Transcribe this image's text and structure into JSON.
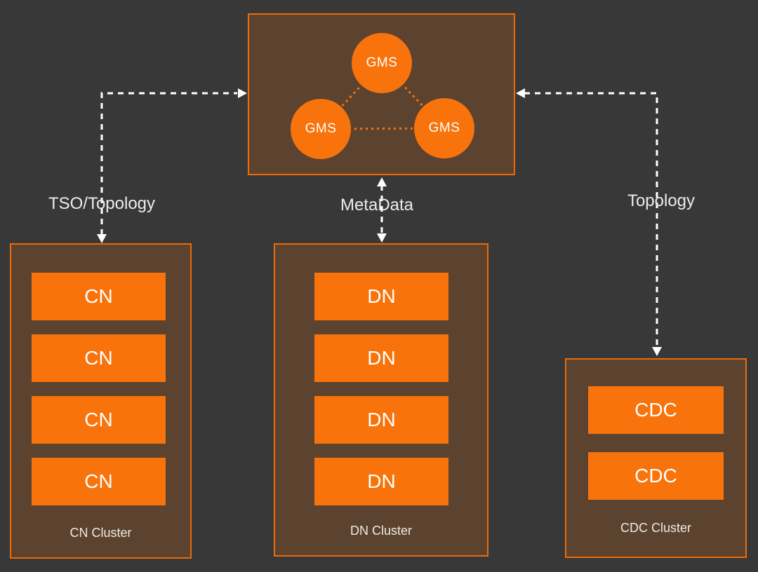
{
  "colors": {
    "background": "#383838",
    "panel_fill": "#5C432F",
    "panel_border": "#ED6B06",
    "node_orange": "#F8730B",
    "node_text": "#FFFFFF",
    "label_text": "#ECECEC",
    "arrow": "#FFFFFF"
  },
  "gms": {
    "nodes": [
      "GMS",
      "GMS",
      "GMS"
    ],
    "link_style": "dotted-orange"
  },
  "connectors": [
    {
      "label": "TSO/Topology",
      "from": "GMS",
      "to": "CN Cluster",
      "direction": "both",
      "style": "dashed-white"
    },
    {
      "label": "MetaData",
      "from": "GMS",
      "to": "DN Cluster",
      "direction": "both",
      "style": "dashed-white"
    },
    {
      "label": "Topology",
      "from": "GMS",
      "to": "CDC Cluster",
      "direction": "both",
      "style": "dashed-white"
    }
  ],
  "clusters": [
    {
      "caption": "CN Cluster",
      "nodes": [
        "CN",
        "CN",
        "CN",
        "CN"
      ]
    },
    {
      "caption": "DN Cluster",
      "nodes": [
        "DN",
        "DN",
        "DN",
        "DN"
      ]
    },
    {
      "caption": "CDC Cluster",
      "nodes": [
        "CDC",
        "CDC"
      ]
    }
  ]
}
